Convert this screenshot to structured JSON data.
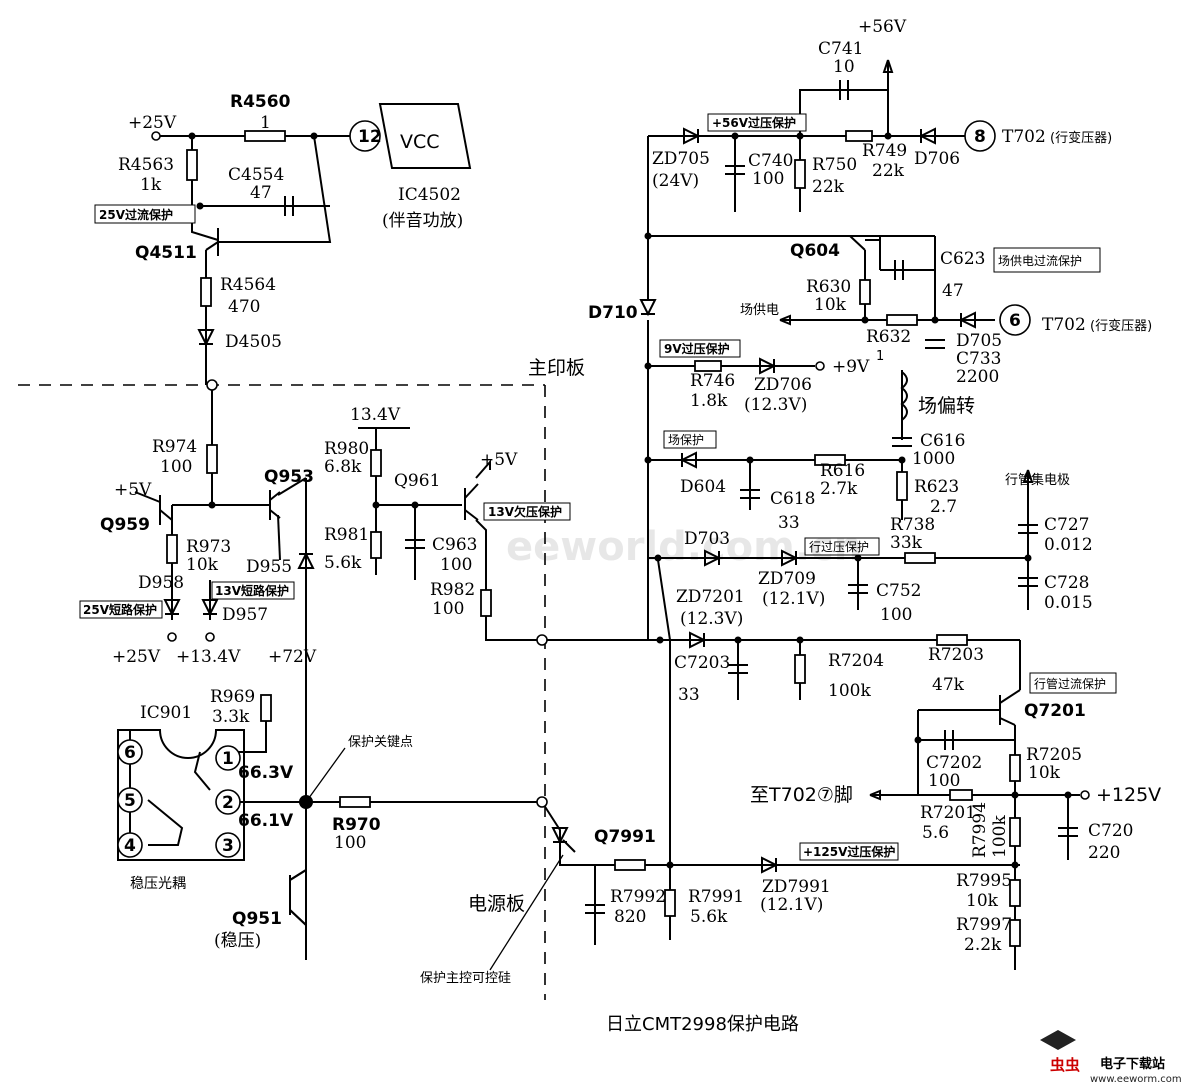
{
  "diagram": {
    "title": "日立CMT2998保护电路",
    "watermark": "eeworld.com.cn",
    "board_labels": {
      "main": "主印板",
      "power": "电源板"
    },
    "callouts": {
      "key_point": "保护关键点",
      "scr": "保护主控可控硅"
    },
    "ic4502": {
      "pin": "12",
      "vcc": "VCC",
      "name": "IC4502",
      "desc": "(伴音功放)"
    },
    "ic901": {
      "name": "IC901",
      "desc": "稳压光耦",
      "pins": [
        "1",
        "2",
        "3",
        "4",
        "5",
        "6"
      ],
      "v1": "66.3V",
      "v2": "66.1V"
    },
    "t702": {
      "pin8": "8",
      "pin6": "6",
      "name": "T702",
      "desc": "(行变压器)",
      "to_pin7": "至T702⑦脚"
    },
    "rails": {
      "p25": "+25V",
      "p56": "+56V",
      "p13_4": "13.4V",
      "p5": "+5V",
      "p5b": "+5V",
      "p9": "+9V",
      "p9_sup": "1",
      "p125": "+125V",
      "p25b": "+25V",
      "p13_4b": "+13.4V",
      "p72": "+72V"
    },
    "nets": {
      "field_supply": "场供电",
      "yoke": "场偏转",
      "hcoll": "行管集电极"
    },
    "tags": {
      "oc25": "25V过流保护",
      "ov56": "+56V过压保护",
      "oc_field": "场供电过流保护",
      "ov9": "9V过压保护",
      "field_prot": "场保护",
      "uv13": "13V欠压保护",
      "h_ov": "行过压保护",
      "h_oc": "行管过流保护",
      "sc25": "25V短路保护",
      "sc13": "13V短路保护",
      "ov125": "+125V过压保护"
    },
    "components": {
      "R4560": [
        "R4560",
        "1"
      ],
      "R4563": [
        "R4563",
        "1k"
      ],
      "C4554": [
        "C4554",
        "47"
      ],
      "Q4511": [
        "Q4511"
      ],
      "R4564": [
        "R4564",
        "470"
      ],
      "D4505": [
        "D4505"
      ],
      "R974": [
        "R974",
        "100"
      ],
      "Q953": [
        "Q953"
      ],
      "Q959": [
        "Q959"
      ],
      "R973": [
        "R973",
        "10k"
      ],
      "D955": [
        "D955"
      ],
      "D958": [
        "D958"
      ],
      "D957": [
        "D957"
      ],
      "R969": [
        "R969",
        "3.3k"
      ],
      "R970": [
        "R970",
        "100"
      ],
      "Q951": [
        "Q951",
        "(稳压)"
      ],
      "R980": [
        "R980",
        "6.8k"
      ],
      "R981": [
        "R981",
        "5.6k"
      ],
      "Q961": [
        "Q961"
      ],
      "C963": [
        "C963",
        "100"
      ],
      "R982": [
        "R982",
        "100"
      ],
      "C741": [
        "C741",
        "10"
      ],
      "ZD705": [
        "ZD705",
        "(24V)"
      ],
      "C740": [
        "C740",
        "100"
      ],
      "R750": [
        "R750",
        "22k"
      ],
      "R749": [
        "R749",
        "22k"
      ],
      "D706": [
        "D706"
      ],
      "Q604": [
        "Q604"
      ],
      "C623": [
        "C623",
        "47"
      ],
      "R630": [
        "R630",
        "10k"
      ],
      "R632": [
        "R632"
      ],
      "D705": [
        "D705"
      ],
      "C733": [
        "C733",
        "2200"
      ],
      "D710": [
        "D710"
      ],
      "R746": [
        "R746",
        "1.8k"
      ],
      "ZD706": [
        "ZD706",
        "(12.3V)"
      ],
      "C616": [
        "C616",
        "1000"
      ],
      "D604": [
        "D604"
      ],
      "C618": [
        "C618",
        "33"
      ],
      "R616": [
        "R616",
        "2.7k"
      ],
      "R623": [
        "R623",
        "2.7"
      ],
      "D703": [
        "D703"
      ],
      "ZD709": [
        "ZD709",
        "(12.1V)"
      ],
      "C752": [
        "C752",
        "100"
      ],
      "R738": [
        "R738",
        "33k"
      ],
      "C727": [
        "C727",
        "0.012"
      ],
      "C728": [
        "C728",
        "0.015"
      ],
      "ZD7201": [
        "ZD7201",
        "(12.3V)"
      ],
      "C7203": [
        "C7203",
        "33"
      ],
      "R7204": [
        "R7204",
        "100k"
      ],
      "R7203": [
        "R7203",
        "47k"
      ],
      "Q7201": [
        "Q7201"
      ],
      "C7202": [
        "C7202",
        "100"
      ],
      "R7205": [
        "R7205",
        "10k"
      ],
      "R7201": [
        "R7201",
        "5.6"
      ],
      "R7994": [
        "R7994",
        "100k"
      ],
      "C720": [
        "C720",
        "220"
      ],
      "Q7991": [
        "Q7991"
      ],
      "R7992": [
        "R7992",
        "820"
      ],
      "R7991": [
        "R7991",
        "5.6k"
      ],
      "ZD7991": [
        "ZD7991",
        "(12.1V)"
      ],
      "R7995": [
        "R7995",
        "10k"
      ],
      "R7997": [
        "R7997",
        "2.2k"
      ]
    },
    "logo": {
      "brand": "虫虫",
      "text": "电子下载站",
      "url": "www.eeworm.com"
    }
  }
}
